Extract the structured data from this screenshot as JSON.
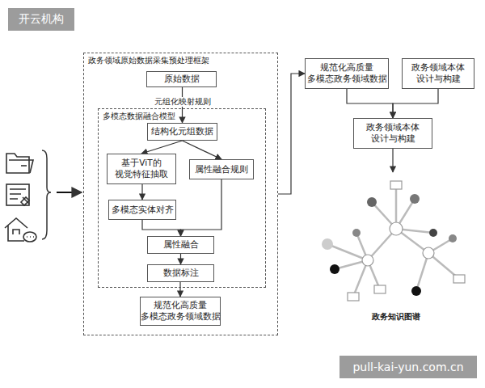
{
  "diagram": {
    "nodes": [
      {
        "text": [
          "政务领域原始数据采集预处理框架"
        ]
      },
      {
        "text": [
          "原始数据"
        ],
        "in": 0
      },
      {
        "text": [
          "多模态数据融合模型"
        ],
        "in": 0
      },
      {
        "text": [
          "结构化元组数据"
        ],
        "in": 2
      },
      {
        "text": [
          "基于ViT的 视觉特征抽取"
        ],
        "in": 2
      },
      {
        "text": [
          "属性融合规则"
        ],
        "in": 2
      },
      {
        "text": [
          "多模态实体对齐"
        ],
        "in": 2
      },
      {
        "text": [
          "属性融合"
        ],
        "in": 2
      },
      {
        "text": [
          "数据标注"
        ],
        "in": 2
      },
      {
        "text": [
          "规范化高质量 多模态政务领域数据"
        ],
        "in": 0
      },
      {
        "text": [
          "规范化高质量 多模态政务领域数据"
        ]
      },
      {
        "text": [
          "政务领域本体 设计与构建"
        ]
      },
      {
        "text": [
          "政务领域本体 设计与构建"
        ]
      }
    ],
    "edges": [
      {
        "from": 1,
        "to": 3,
        "arrow": "to",
        "label": "元组化映射规则"
      },
      {
        "from": 3,
        "to": 4,
        "arrow": "to"
      },
      {
        "from": 3,
        "to": 5,
        "arrow": "to"
      },
      {
        "from": 4,
        "to": 6,
        "arrow": "to"
      },
      {
        "from": 6,
        "to": 7,
        "arrow": "to"
      },
      {
        "from": 5,
        "to": 7,
        "arrow": "to"
      },
      {
        "from": 7,
        "to": 8,
        "arrow": "to"
      },
      {
        "from": 8,
        "to": 9,
        "arrow": "to"
      },
      {
        "from": 0,
        "to": 10,
        "arrow": "to"
      },
      {
        "from": 10,
        "to": 12,
        "arrow": "to"
      },
      {
        "from": 11,
        "to": 12,
        "arrow": "to"
      }
    ],
    "labels": [
      "开云机构",
      "政务知识图谱",
      "pull-kai-yun.com.cn"
    ]
  }
}
